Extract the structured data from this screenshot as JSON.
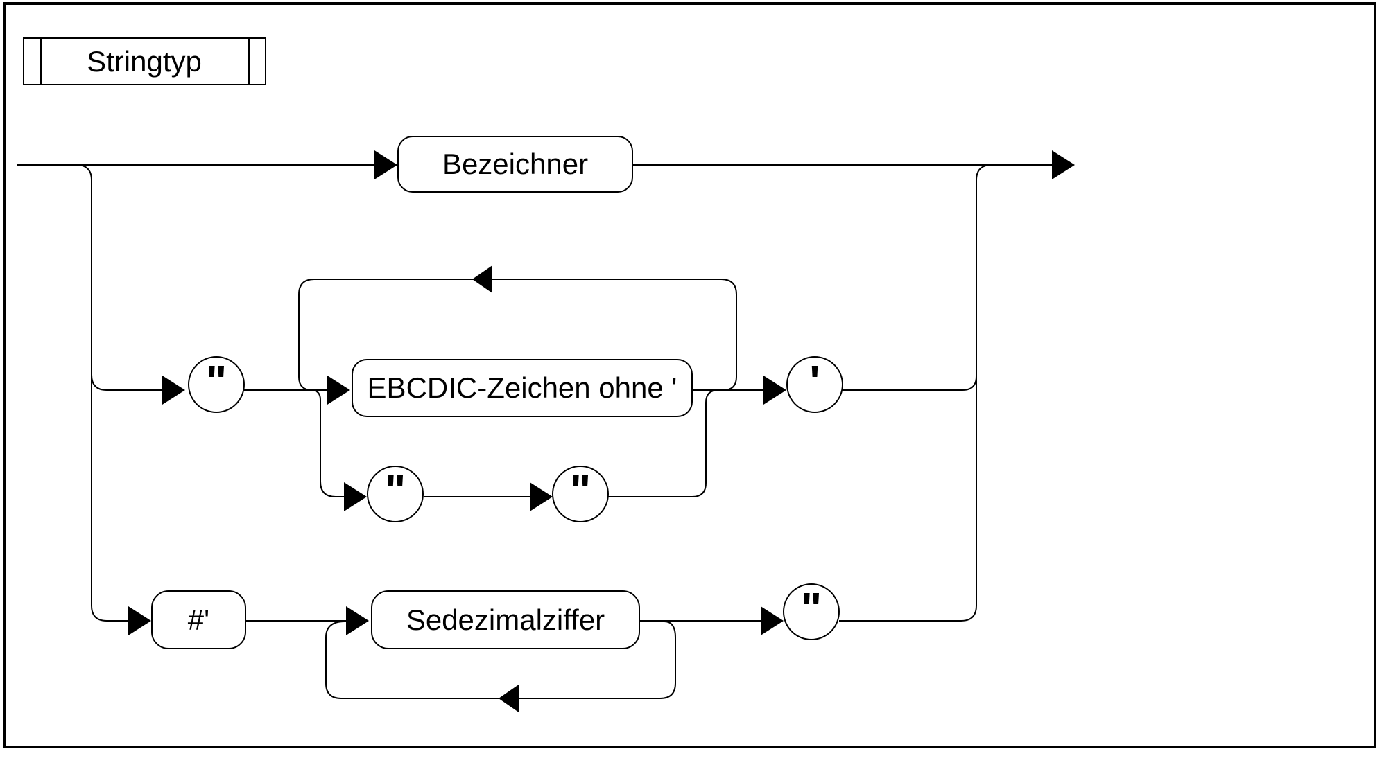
{
  "page": {
    "background_color": "#ffffff",
    "line_color": "#000000"
  },
  "title_box": {
    "label": "Stringtyp"
  },
  "rule": {
    "alt1": {
      "bezeichner_label": "Bezeichner"
    },
    "alt2": {
      "open_quote": "\"",
      "loop_box_label": "EBCDIC-Zeichen ohne '",
      "escape_quote_1": "\"",
      "escape_quote_2": "\"",
      "close_quote": "'"
    },
    "alt3": {
      "prefix_label": "#'",
      "loop_box_label": "Sedezimalziffer",
      "close_quote": "\""
    }
  }
}
